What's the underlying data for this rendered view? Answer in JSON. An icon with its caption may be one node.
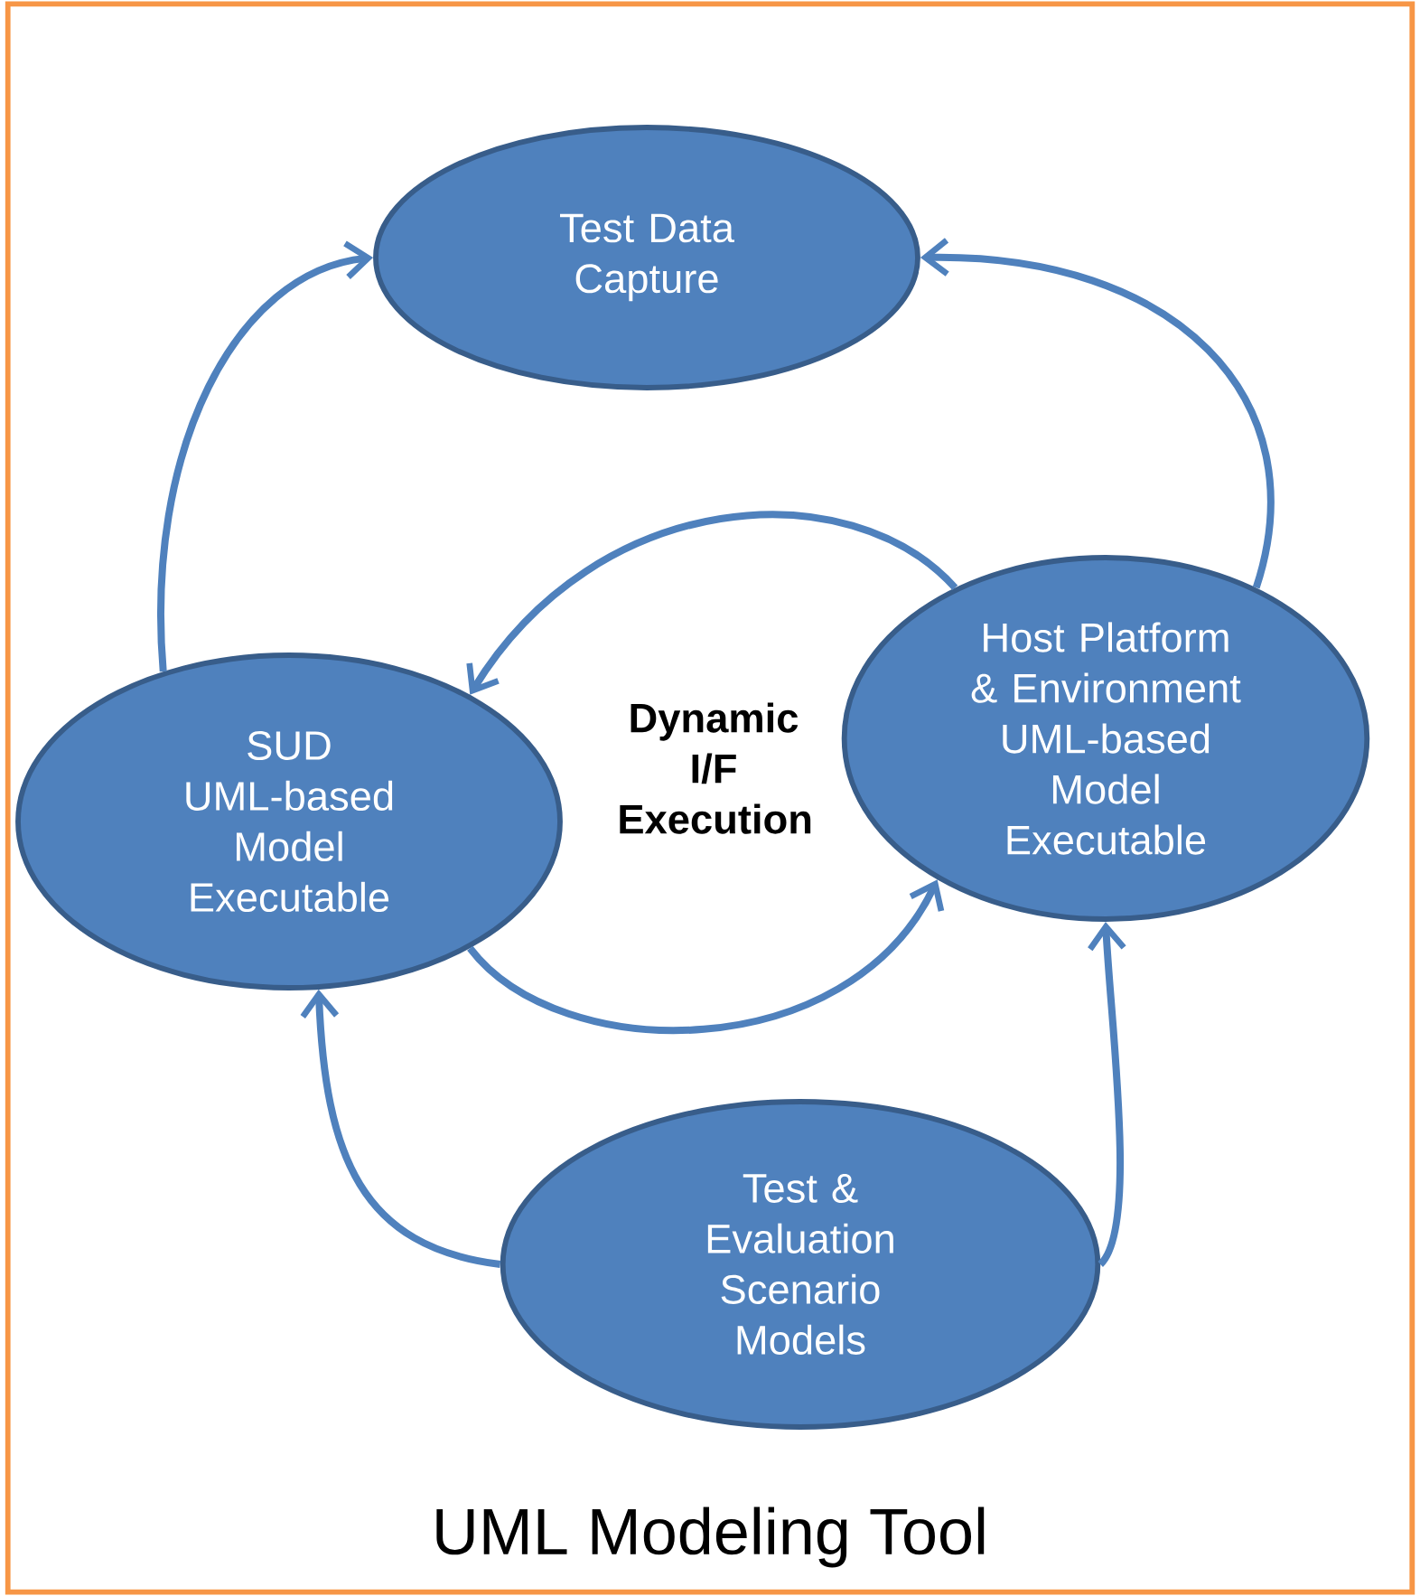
{
  "diagram": {
    "nodes": [
      {
        "text": [
          "UML Modeling Tool"
        ]
      },
      {
        "text": [
          "Test Data Capture"
        ],
        "in": 0
      },
      {
        "text": [
          "SUD UML-based Model Executable"
        ],
        "in": 0
      },
      {
        "text": [
          "Host Platform & Environment UML-based Model Executable"
        ],
        "in": 0
      },
      {
        "text": [
          "Test & Evaluation Scenario Models"
        ],
        "in": 0
      }
    ],
    "edges": [
      {
        "from": 2,
        "to": 1,
        "arrow": "to"
      },
      {
        "from": 3,
        "to": 1,
        "arrow": "to"
      },
      {
        "from": 3,
        "to": 2,
        "arrow": "to"
      },
      {
        "from": 2,
        "to": 3,
        "arrow": "to"
      },
      {
        "from": 4,
        "to": 2,
        "arrow": "to"
      },
      {
        "from": 4,
        "to": 3,
        "arrow": "to"
      }
    ],
    "labels": [
      "Dynamic I/F Execution"
    ]
  }
}
